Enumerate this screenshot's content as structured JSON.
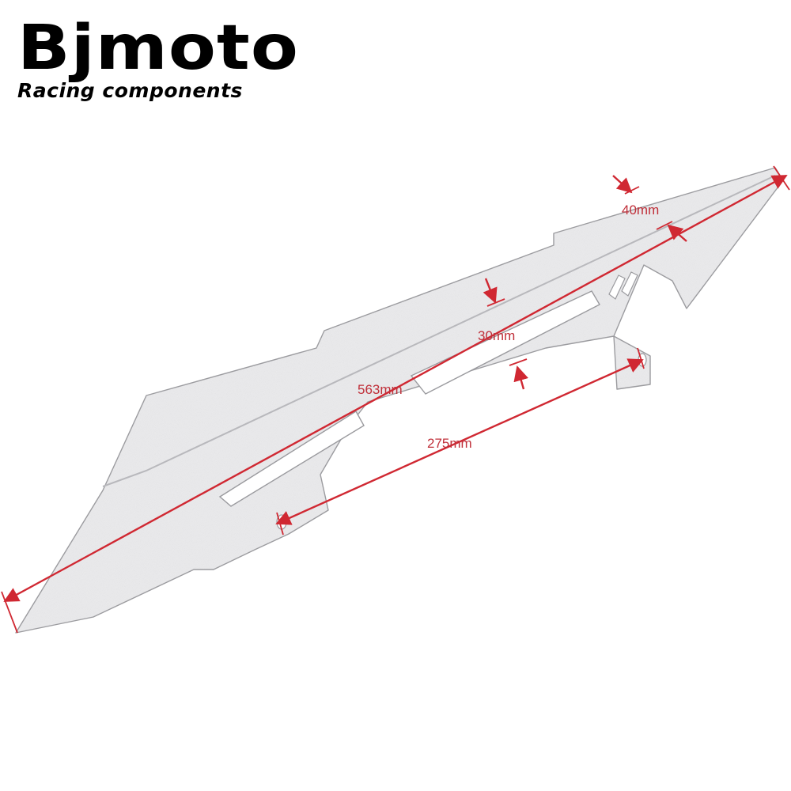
{
  "brand": {
    "name": "Bjmoto",
    "tagline": "Racing components"
  },
  "dimensions": {
    "overall_length": "563mm",
    "mount_spacing": "275mm",
    "top_width": "40mm",
    "slot_width": "30mm"
  },
  "colors": {
    "dimension_line": "#d02832",
    "part_fill": "#ececee",
    "part_edge": "#9a9a9e"
  }
}
